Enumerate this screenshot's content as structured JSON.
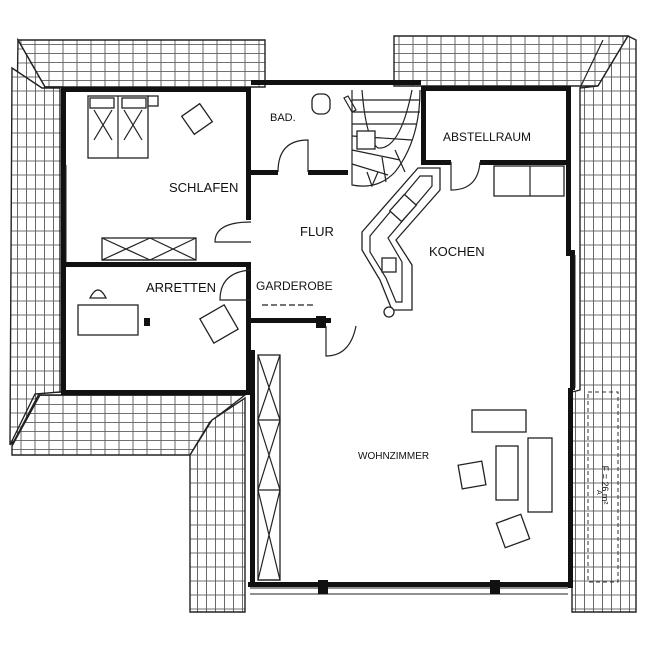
{
  "rooms": {
    "schlafen": "SCHLAFEN",
    "bad": "BAD.",
    "abstellraum": "ABSTELLRAUM",
    "flur": "FLUR",
    "kochen": "KOCHEN",
    "garderobe": "GARDEROBE",
    "arretten": "ARRETTEN",
    "wohnzimmer": "WOHNZIMMER"
  },
  "terrace_area": "F = 26 m²",
  "north_marker": "A"
}
